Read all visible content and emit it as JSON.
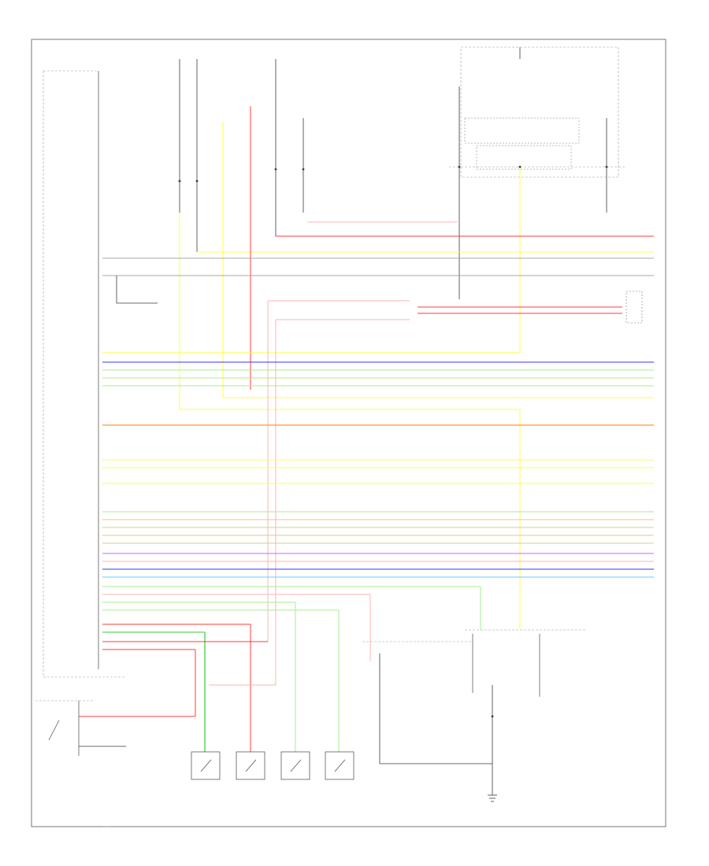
{
  "diagram": {
    "footer_code": "",
    "colors": {
      "black": "#3a3a3a",
      "red": "#ff3b3b",
      "pink": "#ffb3b3",
      "yellow": "#ffff40",
      "light_green": "#a8ee8c",
      "dark_green": "#33cc33",
      "blue": "#3333ff",
      "orange": "#ff9933",
      "gray": "#aaaaaa",
      "violet": "#cc66ff",
      "tan": "#ddcc88",
      "cyan": "#66ccff"
    },
    "wires": [
      {
        "name": "wire-batt-feed-red",
        "color": "red"
      },
      {
        "name": "wire-gray-1",
        "color": "gray"
      },
      {
        "name": "wire-black-1",
        "color": "black"
      },
      {
        "name": "wire-blue",
        "color": "blue"
      },
      {
        "name": "wire-green",
        "color": "light_green"
      },
      {
        "name": "wire-orange",
        "color": "orange"
      },
      {
        "name": "wire-yellow",
        "color": "yellow"
      }
    ]
  }
}
